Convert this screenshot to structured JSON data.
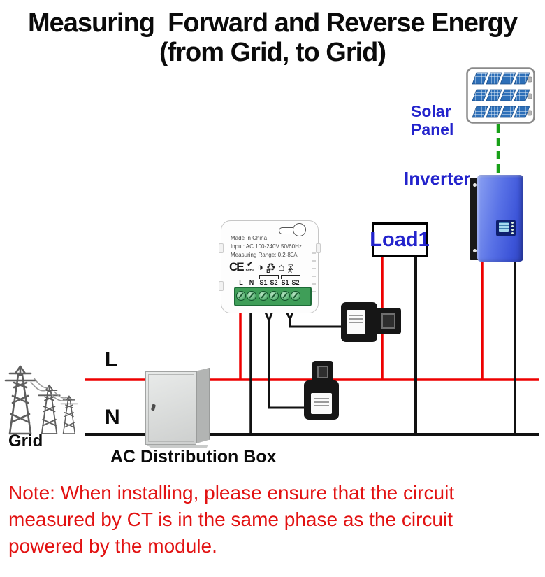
{
  "title": "Measuring  Forward and Reverse Energy\n(from Grid, to Grid)",
  "labels": {
    "solar_panel": "Solar\nPanel",
    "inverter": "Inverter",
    "load1": "Load1",
    "line_l": "L",
    "line_n": "N",
    "grid": "Grid",
    "ac_box": "AC Distribution Box"
  },
  "module": {
    "line1": "Made In China",
    "line2": "Input: AC 100-240V 50/60Hz",
    "line3": "Measuring Range: 0.2-80A",
    "ce": "CE",
    "rohs_check": "✔",
    "rohs": "RoHS",
    "icon_green_dot": "◑",
    "icon_recycle": "♻",
    "icon_house": "⌂",
    "icon_weee": "⧖",
    "group_b": "B",
    "group_a": "A",
    "terminals": [
      "L",
      "N",
      "S1",
      "S2",
      "S1",
      "S2"
    ]
  },
  "note": "Note: When installing, please ensure that the circuit measured by CT is in the same phase as the circuit powered by the module.",
  "colors": {
    "wire_live": "#ee0000",
    "wire_neutral": "#111111",
    "label_blue": "#2323cc",
    "note_red": "#e21212",
    "pv_link_green": "#18a018",
    "terminal_green": "#3f9e58",
    "inverter_blue": "#4a63e0"
  }
}
